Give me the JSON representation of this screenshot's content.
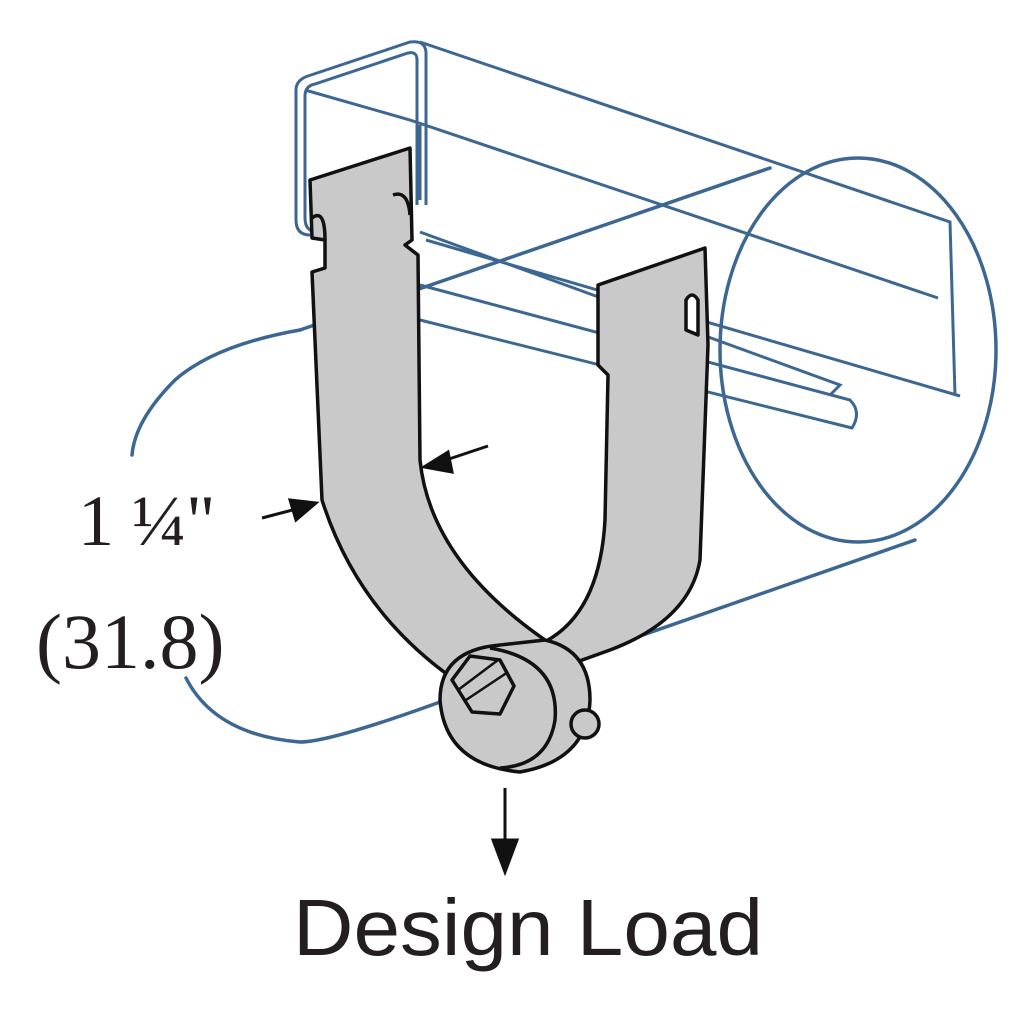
{
  "diagram": {
    "dimension_imperial": "1 ¼\"",
    "dimension_metric": "(31.8)",
    "load_label": "Design Load",
    "colors": {
      "outline_blue": "#3d6793",
      "clamp_gray": "#c9c9c9",
      "ink": "#231f20"
    }
  }
}
